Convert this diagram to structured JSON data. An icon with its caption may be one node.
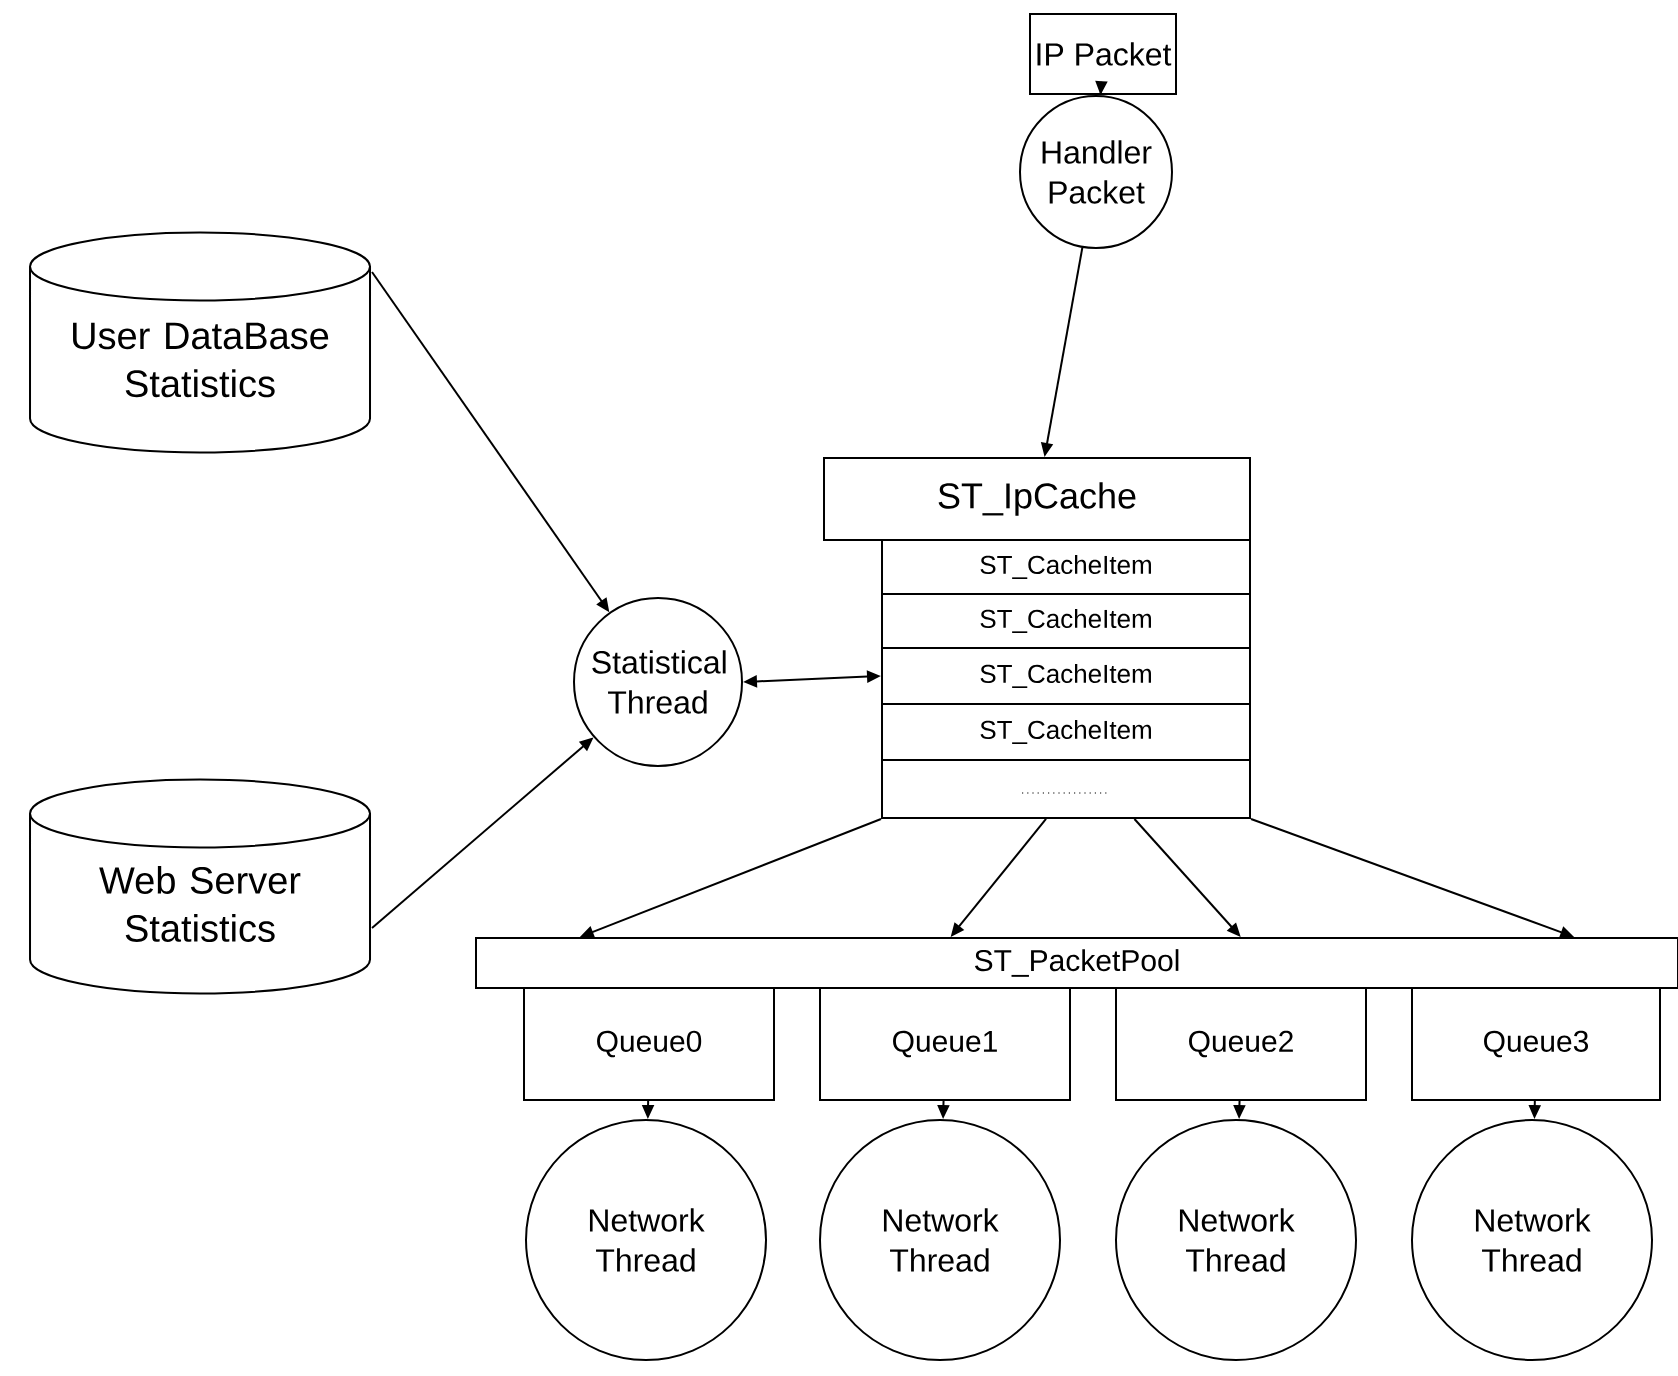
{
  "diagram": {
    "nodes": [
      {
        "text": [
          "IP Packet"
        ]
      },
      {
        "text": [
          "Handler Packet"
        ]
      },
      {
        "text": [
          "User DataBase Statistics"
        ]
      },
      {
        "text": [
          "Statistical Thread"
        ]
      },
      {
        "text": [
          "ST_IpCache"
        ]
      },
      {
        "text": [
          "ST_CacheItem"
        ]
      },
      {
        "text": [
          "ST_CacheItem"
        ]
      },
      {
        "text": [
          "ST_CacheItem"
        ]
      },
      {
        "text": [
          "ST_CacheItem"
        ]
      },
      {
        "text": [],
        "shape": "box"
      },
      {
        "text": [
          "Web Server Statistics"
        ]
      },
      {
        "text": [
          "ST_PacketPool"
        ]
      },
      {
        "text": [
          "Queue0"
        ]
      },
      {
        "text": [
          "Queue1"
        ]
      },
      {
        "text": [
          "Queue2"
        ]
      },
      {
        "text": [
          "Queue3"
        ]
      },
      {
        "text": [
          "Network Thread"
        ]
      },
      {
        "text": [
          "Network Thread"
        ]
      },
      {
        "text": [
          "Network Thread"
        ]
      },
      {
        "text": [
          "Network Thread"
        ]
      }
    ],
    "edges": [
      {
        "from": 0,
        "to": 1,
        "arrow": "to"
      },
      {
        "from": 1,
        "to": 4,
        "arrow": "to"
      },
      {
        "from": 2,
        "to": 3,
        "arrow": "to"
      },
      {
        "from": 10,
        "to": 3,
        "arrow": "to"
      },
      {
        "from": 3,
        "to": 7,
        "arrow": "both"
      },
      {
        "from": 9,
        "to": 11,
        "arrow": "to"
      },
      {
        "from": 9,
        "to": 11,
        "arrow": "to"
      },
      {
        "from": 9,
        "to": 11,
        "arrow": "to"
      },
      {
        "from": 9,
        "to": 11,
        "arrow": "to"
      },
      {
        "from": 12,
        "to": 16,
        "arrow": "to"
      },
      {
        "from": 13,
        "to": 17,
        "arrow": "to"
      },
      {
        "from": 14,
        "to": 18,
        "arrow": "to"
      },
      {
        "from": 15,
        "to": 19,
        "arrow": "to"
      }
    ]
  }
}
